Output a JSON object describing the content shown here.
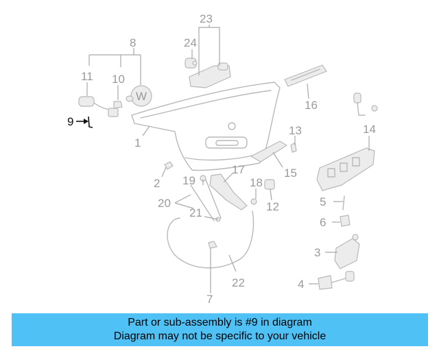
{
  "callouts": [
    "1",
    "2",
    "3",
    "4",
    "5",
    "6",
    "7",
    "8",
    "9",
    "10",
    "11",
    "12",
    "13",
    "14",
    "15",
    "16",
    "17",
    "18",
    "19",
    "20",
    "21",
    "22",
    "23",
    "24"
  ],
  "highlighted_callout": "9",
  "banner": {
    "line1": "Part or sub-assembly is #9 in diagram",
    "line2": "Diagram may not be specific to your vehicle"
  },
  "colors": {
    "banner": "#4fc1f5",
    "highlight": "#111111",
    "faded": "#9a9a9a"
  }
}
